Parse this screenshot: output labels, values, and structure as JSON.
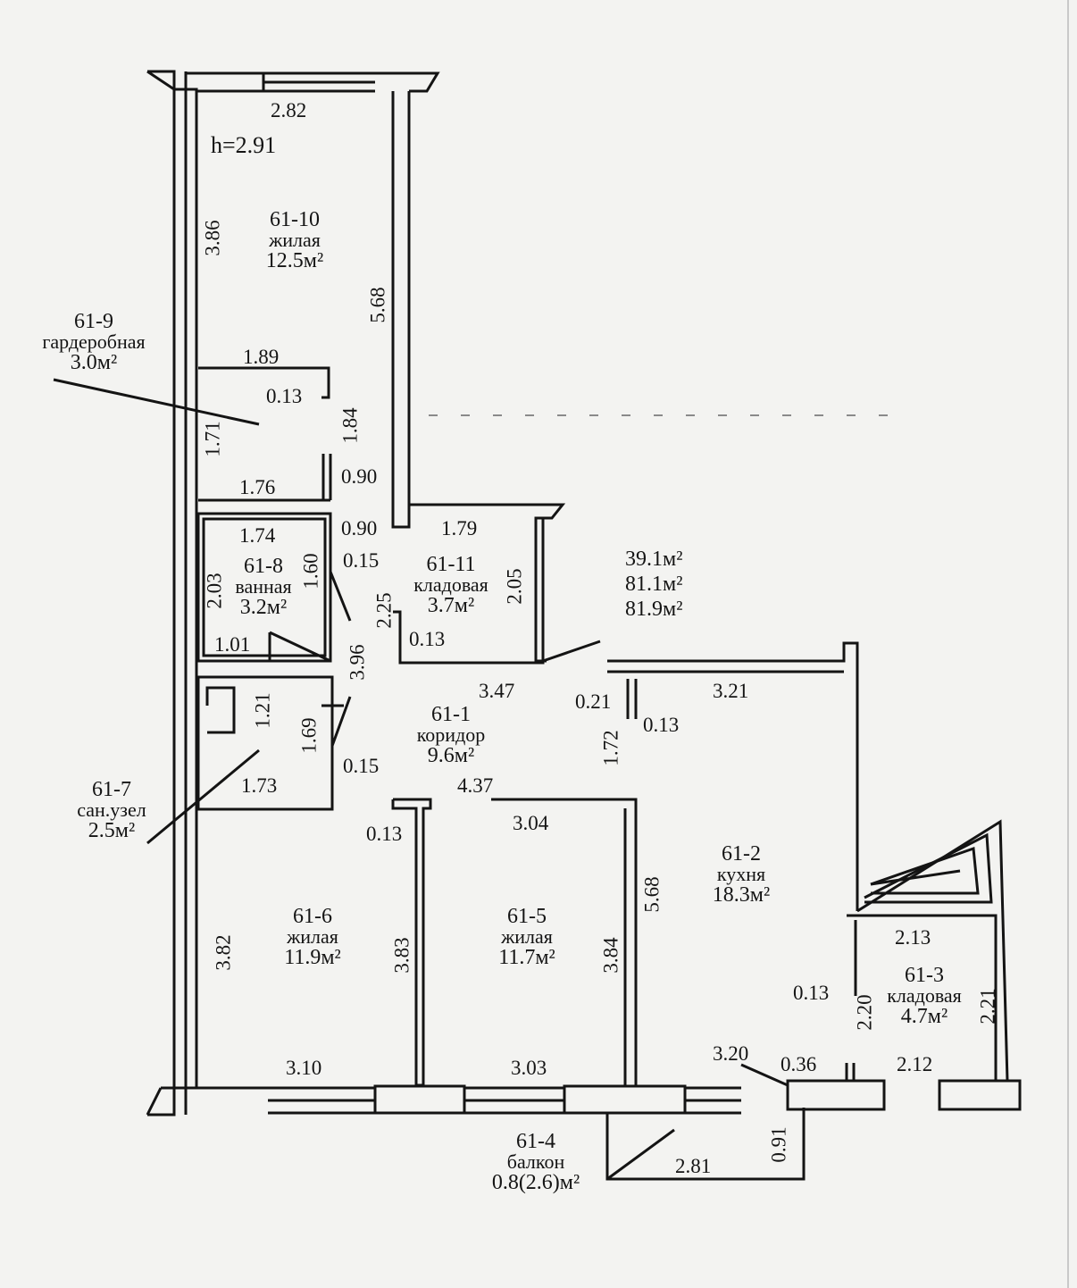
{
  "plan": {
    "ceiling_height": "h=2.91",
    "totals": {
      "living_area": "39.1м²",
      "total_area": "81.1м²",
      "total_with_balcony": "81.9м²"
    },
    "rooms": {
      "r10": {
        "number": "61-10",
        "name": "жилая",
        "area": "12.5м²"
      },
      "r9": {
        "number": "61-9",
        "name": "гардеробная",
        "area": "3.0м²"
      },
      "r8": {
        "number": "61-8",
        "name": "ванная",
        "area": "3.2м²"
      },
      "r11": {
        "number": "61-11",
        "name": "кладовая",
        "area": "3.7м²"
      },
      "r1": {
        "number": "61-1",
        "name": "коридор",
        "area": "9.6м²"
      },
      "r7": {
        "number": "61-7",
        "name": "сан.узел",
        "area": "2.5м²"
      },
      "r2": {
        "number": "61-2",
        "name": "кухня",
        "area": "18.3м²"
      },
      "r6": {
        "number": "61-6",
        "name": "жилая",
        "area": "11.9м²"
      },
      "r5": {
        "number": "61-5",
        "name": "жилая",
        "area": "11.7м²"
      },
      "r3": {
        "number": "61-3",
        "name": "кладовая",
        "area": "4.7м²"
      },
      "r4": {
        "number": "61-4",
        "name": "балкон",
        "area": "0.8(2.6)м²"
      }
    },
    "dims": {
      "d01": "2.82",
      "d02": "3.86",
      "d03": "5.68",
      "d04": "1.89",
      "d05": "0.13",
      "d06": "1.71",
      "d07": "1.84",
      "d08": "1.76",
      "d09": "0.90",
      "d10": "1.74",
      "d11": "0.90",
      "d12": "1.79",
      "d13": "0.15",
      "d14": "1.60",
      "d15": "2.03",
      "d16": "2.25",
      "d17": "2.05",
      "d18": "0.13",
      "d19": "1.01",
      "d20": "3.96",
      "d21": "3.47",
      "d22": "0.21",
      "d23": "3.21",
      "d24": "0.13",
      "d25": "1.21",
      "d26": "1.69",
      "d27": "1.72",
      "d28": "0.15",
      "d29": "1.73",
      "d30": "4.37",
      "d31": "0.13",
      "d32": "3.04",
      "d33": "5.68",
      "d34": "2.13",
      "d35": "3.82",
      "d36": "3.83",
      "d37": "3.84",
      "d38": "0.13",
      "d39": "2.20",
      "d40": "2.21",
      "d41": "3.10",
      "d42": "3.03",
      "d43": "3.20",
      "d44": "0.36",
      "d45": "2.12",
      "d46": "0.91",
      "d47": "2.81"
    }
  }
}
